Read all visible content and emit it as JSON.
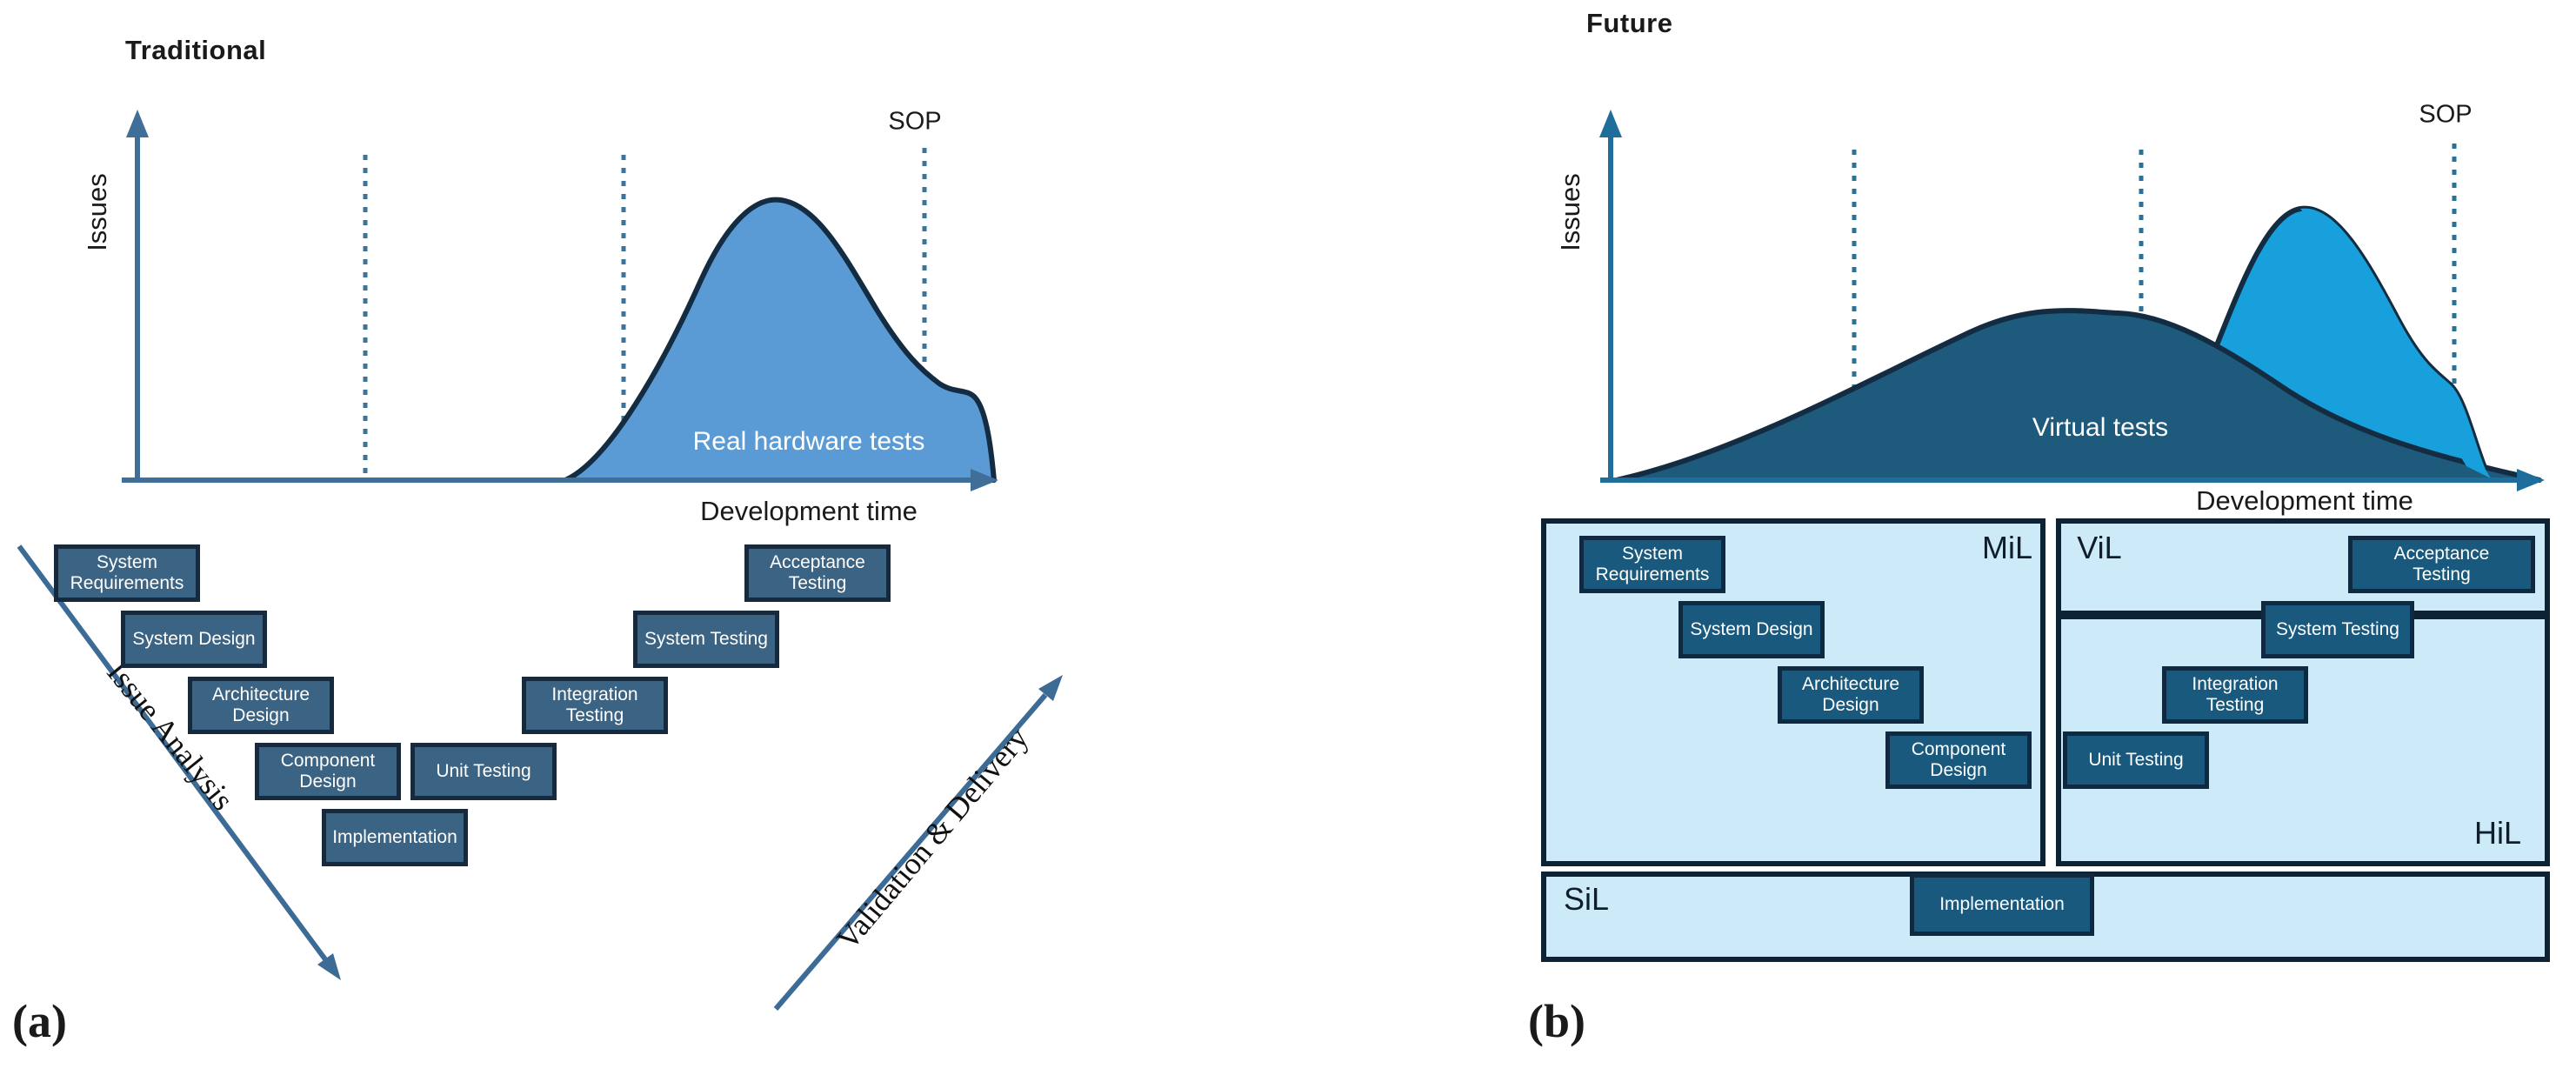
{
  "figure": {
    "panel_a": {
      "caption": "(a)",
      "title": "Traditional",
      "y_axis_label": "Issues",
      "x_axis_label": "Development time",
      "sop_label": "SOP",
      "curve_label": "Real hardware tests",
      "down_arrow_label": "Issue Analysis",
      "up_arrow_label": "Validation & Delivery",
      "boxes": {
        "system_requirements": "System\nRequirements",
        "system_design": "System Design",
        "architecture_design": "Architecture\nDesign",
        "component_design": "Component\nDesign",
        "implementation": "Implementation",
        "unit_testing": "Unit Testing",
        "integration_testing": "Integration\nTesting",
        "system_testing": "System Testing",
        "acceptance_testing": "Acceptance\nTesting"
      }
    },
    "panel_b": {
      "caption": "(b)",
      "title": "Future",
      "y_axis_label": "Issues",
      "x_axis_label": "Development time",
      "sop_label": "SOP",
      "curve_label": "Virtual tests",
      "regions": {
        "mil": "MiL",
        "vil": "ViL",
        "hil": "HiL",
        "sil": "SiL"
      },
      "boxes": {
        "system_requirements": "System\nRequirements",
        "system_design": "System Design",
        "architecture_design": "Architecture\nDesign",
        "component_design": "Component\nDesign",
        "implementation": "Implementation",
        "unit_testing": "Unit Testing",
        "integration_testing": "Integration\nTesting",
        "system_testing": "System Testing",
        "acceptance_testing": "Acceptance\nTesting"
      }
    },
    "colors": {
      "left_curve_fill": "#5b9bd5",
      "virtual_curve_fill": "#1d5a7c",
      "late_peak_fill": "#18a0dc",
      "curve_outline": "#132c42",
      "left_box_fill": "#3b6384",
      "right_box_fill": "#19597d",
      "box_border": "#132b40",
      "panel_fill": "#cdeaf8",
      "panel_border": "#0d2334",
      "axis_left": "#3f6e99",
      "axis_right": "#1e6d9a",
      "dotted_line": "#3d7396",
      "text_dark": "#1a1a1a",
      "text_light": "#ffffff"
    }
  },
  "chart_data": [
    {
      "type": "area",
      "panel": "a",
      "title": "Traditional",
      "xlabel": "Development time",
      "ylabel": "Issues",
      "grid": false,
      "series": [
        {
          "name": "Real hardware tests",
          "color": "#5b9bd5",
          "shape": "single late peak shortly before SOP with small shoulder at SOP then steep drop",
          "x_start_frac": 0.5,
          "peak_x_frac": 0.73,
          "x_end_frac": 0.99,
          "peak_height_frac": 0.82
        }
      ],
      "milestone_lines_x_frac": [
        0.28,
        0.57,
        0.91
      ],
      "sop_x_frac": 0.91
    },
    {
      "type": "area",
      "panel": "b",
      "title": "Future",
      "xlabel": "Development time",
      "ylabel": "Issues",
      "grid": false,
      "series": [
        {
          "name": "Virtual tests",
          "color": "#1d5a7c",
          "shape": "broad early-to-mid hump spanning nearly full development time",
          "x_start_frac": 0.02,
          "peak_x_frac": 0.55,
          "x_end_frac": 1.0,
          "peak_height_frac": 0.5
        },
        {
          "name": "",
          "color": "#18a0dc",
          "shape": "narrower late peak just before SOP, smaller than the traditional hardware peak",
          "x_start_frac": 0.63,
          "peak_x_frac": 0.75,
          "x_end_frac": 0.98,
          "peak_height_frac": 0.78
        }
      ],
      "milestone_lines_x_frac": [
        0.28,
        0.57,
        0.91
      ],
      "sop_x_frac": 0.91
    }
  ]
}
